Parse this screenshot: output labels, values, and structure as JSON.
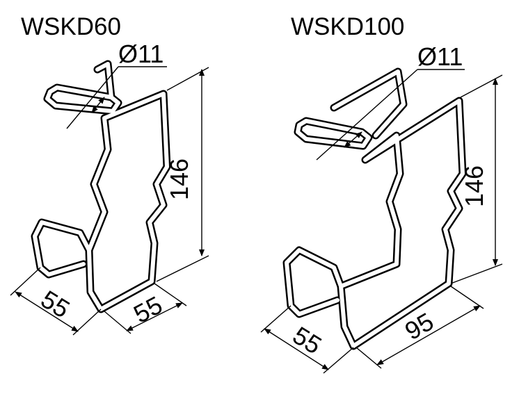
{
  "products": [
    {
      "name": "WSKD60",
      "dims": {
        "hole": "Ø11",
        "height": "146",
        "depth": "55",
        "width": "55"
      }
    },
    {
      "name": "WSKD100",
      "dims": {
        "hole": "Ø11",
        "height": "146",
        "depth": "55",
        "width": "95"
      }
    }
  ]
}
